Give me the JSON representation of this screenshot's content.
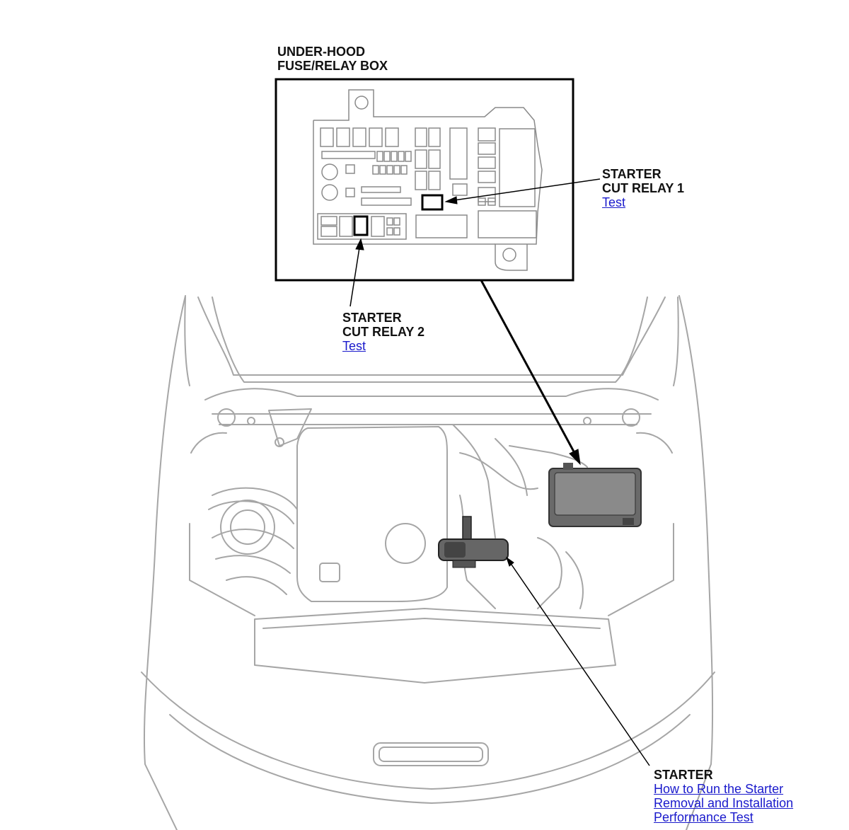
{
  "fuse_box": {
    "title_line1": "UNDER-HOOD",
    "title_line2": "FUSE/RELAY BOX"
  },
  "callouts": {
    "relay1": {
      "line1": "STARTER",
      "line2": "CUT RELAY 1",
      "link": "Test"
    },
    "relay2": {
      "line1": "STARTER",
      "line2": "CUT RELAY 2",
      "link": "Test"
    },
    "starter": {
      "line1": "STARTER",
      "links": [
        "How to Run the Starter",
        "Removal and Installation",
        "Performance Test"
      ]
    }
  },
  "colors": {
    "link": "#1a1acc",
    "line": "#000000",
    "drawing": "#9a9a9a",
    "component_fill": "#555555"
  }
}
